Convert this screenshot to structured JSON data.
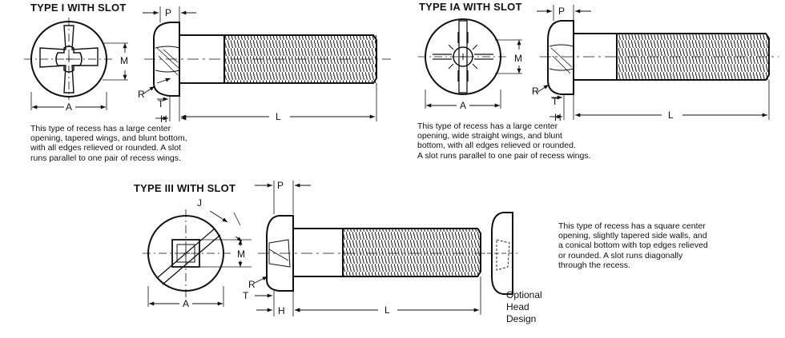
{
  "sections": [
    {
      "title": "TYPE I WITH SLOT",
      "description": [
        "This type of recess has a large center",
        "opening, tapered wings, and blunt bottom,",
        "with all edges relieved or rounded. A slot",
        "runs parallel to one pair of recess wings."
      ]
    },
    {
      "title": "TYPE IA WITH SLOT",
      "description": [
        "This type of recess has a large center",
        "opening, wide straight wings, and blunt",
        "bottom, with all edges relieved or rounded.",
        "A slot runs parallel to one pair of recess wings."
      ]
    },
    {
      "title": "TYPE III WITH SLOT",
      "description": [
        "This type of recess has a square center",
        "opening, slightly tapered side walls, and",
        "a conical bottom with top edges relieved",
        "or rounded. A slot runs diagonally",
        "through the recess."
      ]
    }
  ],
  "dimension_labels": {
    "P": "P",
    "M": "M",
    "A": "A",
    "R": "R",
    "T": "T",
    "H": "H",
    "L": "L",
    "J": "J"
  },
  "optional_head": [
    "Optional",
    "Head",
    "Design"
  ]
}
